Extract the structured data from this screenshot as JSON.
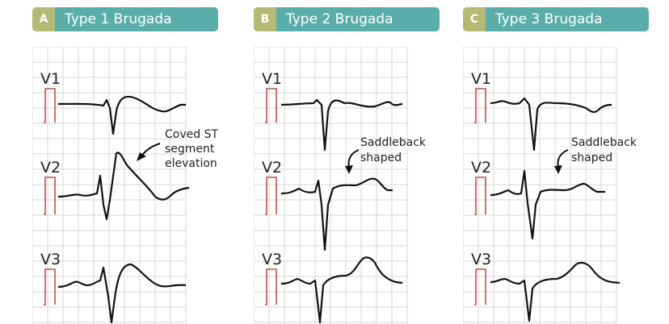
{
  "panels": [
    {
      "letter": "A",
      "title": "Type 1 Brugada",
      "leads": [
        "V1",
        "V2",
        "V3"
      ],
      "annotation": [
        "Coved ST",
        "segment",
        "elevation"
      ]
    },
    {
      "letter": "B",
      "title": "Type 2 Brugada",
      "leads": [
        "V1",
        "V2",
        "V3"
      ],
      "annotation": [
        "Saddleback",
        "shaped"
      ]
    },
    {
      "letter": "C",
      "title": "Type 3 Brugada",
      "leads": [
        "V1",
        "V2",
        "V3"
      ],
      "annotation": [
        "Saddleback",
        "shaped"
      ]
    }
  ],
  "colors": {
    "header": "#5aaeaa",
    "badge": "#b5b974",
    "grid": "#d7d7d7",
    "calibration": "#c0504d",
    "trace": "#111111"
  }
}
